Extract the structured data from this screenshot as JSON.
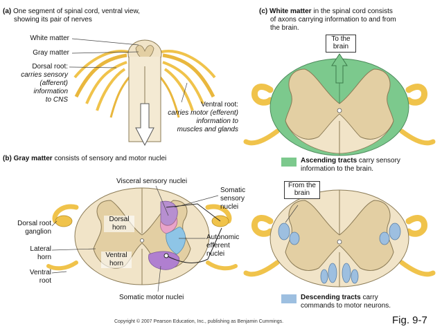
{
  "panel_a": {
    "letter": "(a)",
    "title_line1": "One segment of spinal cord, ventral view,",
    "title_line2": "showing its pair of nerves",
    "white_matter": "White matter",
    "gray_matter": "Gray matter",
    "dorsal_root": "Dorsal root:",
    "dorsal_desc1": "carries sensory",
    "dorsal_desc2": "(afferent)",
    "dorsal_desc3": "information",
    "dorsal_desc4": "to CNS",
    "ventral_root": "Ventral root:",
    "ventral_desc1": "carries motor (efferent)",
    "ventral_desc2": "information to",
    "ventral_desc3": "muscles and glands"
  },
  "panel_b": {
    "letter": "(b)",
    "title_bold": "Gray matter",
    "title_rest": " consists of sensory and motor nuclei",
    "visceral_sensory": "Visceral sensory nuclei",
    "somatic_sensory1": "Somatic",
    "somatic_sensory2": "sensory",
    "somatic_sensory3": "nuclei",
    "autonomic1": "Autonomic",
    "autonomic2": "efferent",
    "autonomic3": "nuclei",
    "somatic_motor": "Somatic motor nuclei",
    "dorsal_ganglion1": "Dorsal root",
    "dorsal_ganglion2": "ganglion",
    "lateral_horn1": "Lateral",
    "lateral_horn2": "horn",
    "ventral_root1": "Ventral",
    "ventral_root2": "root",
    "dorsal_horn1": "Dorsal",
    "dorsal_horn2": "horn",
    "ventral_horn1": "Ventral",
    "ventral_horn2": "horn"
  },
  "panel_c": {
    "letter": "(c)",
    "title_bold": "White matter",
    "title_rest1": " in the spinal cord consists",
    "title_rest2": "of axons carrying information to and from",
    "title_rest3": "the brain.",
    "to_brain1": "To the",
    "to_brain2": "brain",
    "from_brain1": "From the",
    "from_brain2": "brain",
    "ascending_bold": "Ascending tracts",
    "ascending_rest1": " carry sensory",
    "ascending_rest2": "information to the brain.",
    "descending_bold": "Descending tracts",
    "descending_rest1": " carry",
    "descending_rest2": "commands to motor neurons."
  },
  "footer": {
    "copyright": "Copyright © 2007 Pearson Education, Inc., publishing as Benjamin Cummings.",
    "fig": "Fig. 9-7"
  },
  "colors": {
    "white_matter": "#f1e4c8",
    "gray_matter": "#e3cfa3",
    "nerve": "#f0c34b",
    "ascending": "#7cc98d",
    "descending": "#9dbfe0",
    "somatic_sensory": "#b78fd0",
    "visceral_sensory": "#e9a3c9",
    "autonomic": "#8ec5e6",
    "somatic_motor": "#b07fd0"
  }
}
